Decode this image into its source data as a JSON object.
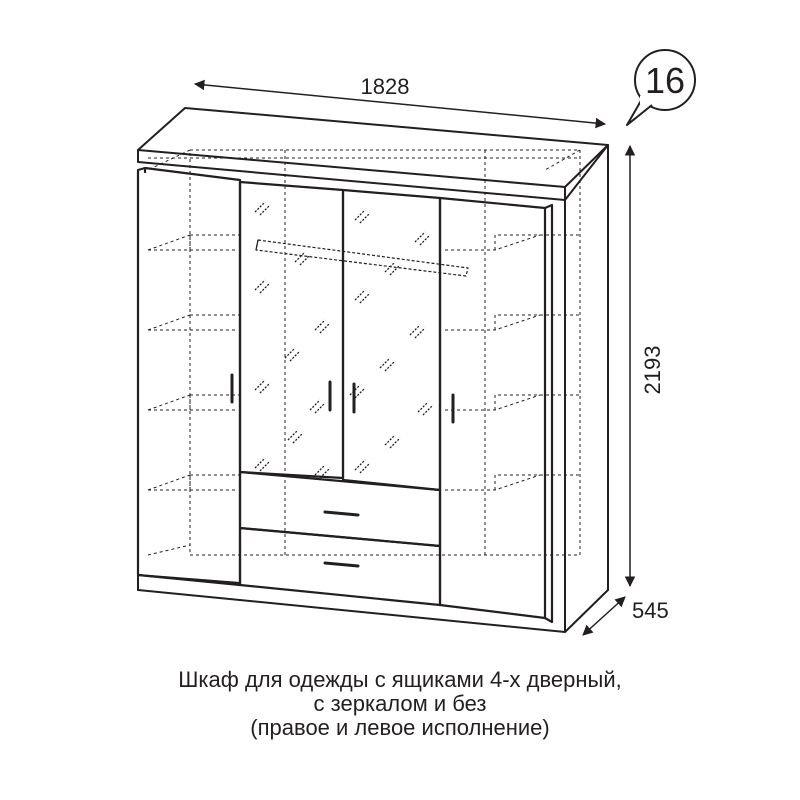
{
  "figure": {
    "item_number": "16",
    "dimensions": {
      "width": "1828",
      "height": "2193",
      "depth": "545"
    }
  },
  "caption": {
    "line1": "Шкаф для одежды с ящиками 4-х дверный,",
    "line2": "с зеркалом и без",
    "line3": "(правое и левое исполнение)"
  },
  "colors": {
    "ink": "#231f20",
    "background": "#ffffff"
  }
}
